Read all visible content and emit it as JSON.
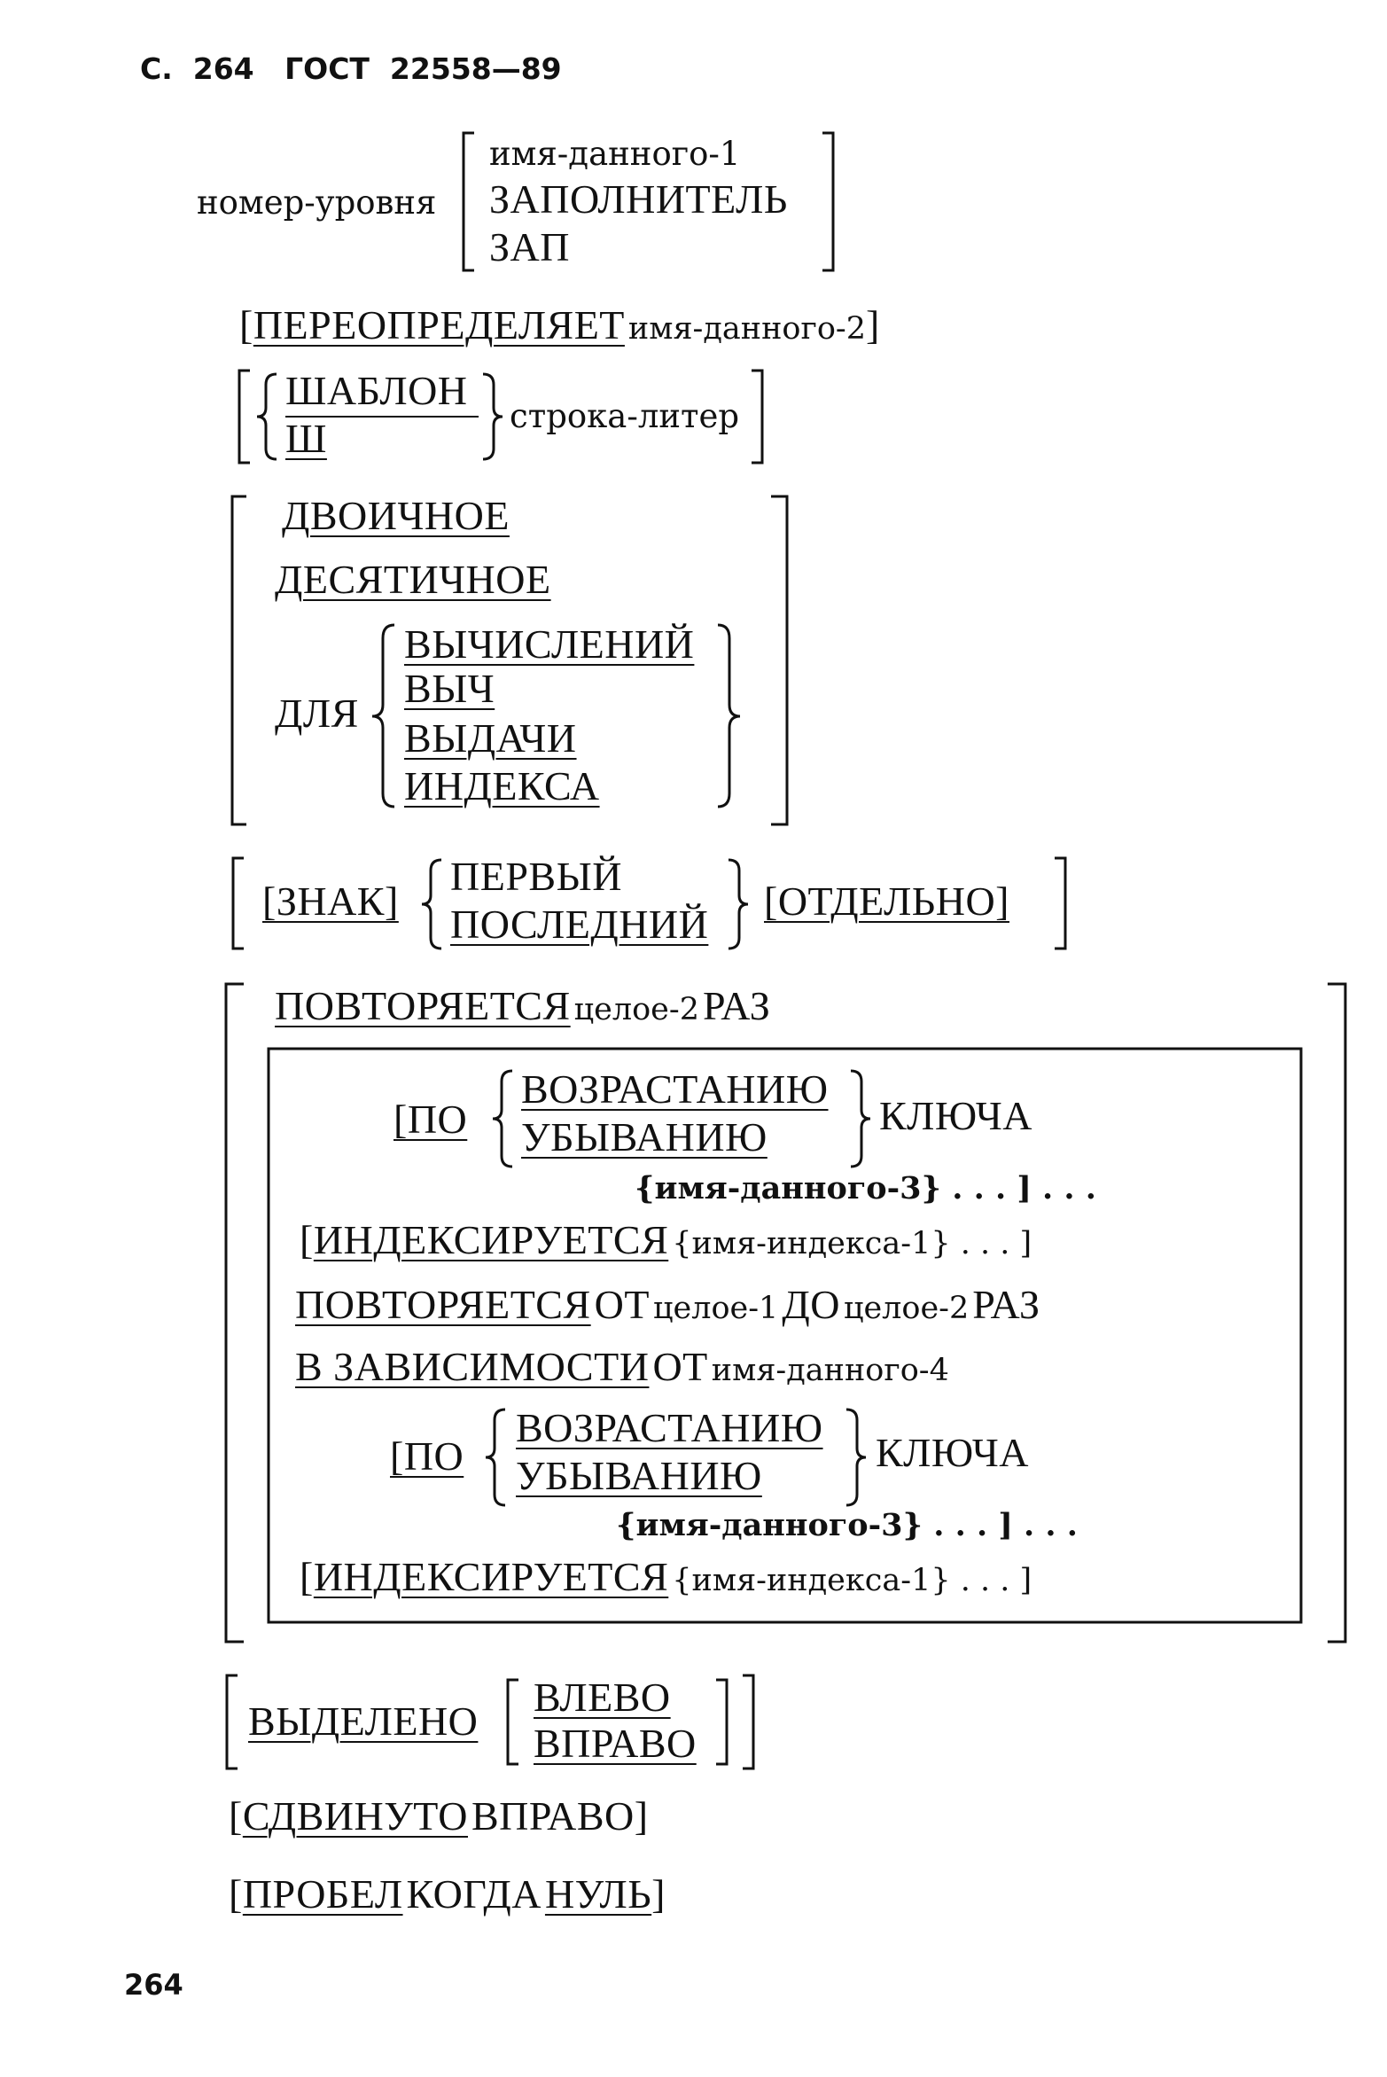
{
  "header": {
    "prefix": "С.",
    "page": "264",
    "standard": "ГОСТ",
    "number": "22558—89"
  },
  "level_clause": {
    "label": "номер-уровня",
    "alt_name": "имя-данного-1",
    "alt_filler": "ЗАПОЛНИТЕЛЬ",
    "alt_filler_short": "ЗАП"
  },
  "redefines": {
    "open": "[",
    "keyword": "ПЕРЕОПРЕДЕЛЯЕТ",
    "operand": "имя-данного-2",
    "close": "]"
  },
  "picture": {
    "long": "ШАБЛОН",
    "short": "Ш",
    "operand": "строка-литер"
  },
  "usage": {
    "binary": "ДВОИЧНОЕ",
    "decimal": "ДЕСЯТИЧНОЕ",
    "for": "ДЛЯ",
    "computational": "ВЫЧИСЛЕНИЙ",
    "comp_short": "ВЫЧ",
    "display": "ВЫДАЧИ",
    "index": "ИНДЕКСА"
  },
  "sign": {
    "keyword": "[ЗНАК]",
    "leading": "ПЕРВЫЙ",
    "trailing": "ПОСЛЕДНИЙ",
    "separate": "[ОТДЕЛЬНО]"
  },
  "occurs": {
    "form1": {
      "keyword": "ПОВТОРЯЕТСЯ",
      "operand": "целое-2",
      "times": "РАЗ"
    },
    "key1": {
      "open": "[ПО",
      "asc": "ВОЗРАСТАНИЮ",
      "desc": "УБЫВАНИЮ",
      "key": "КЛЮЧА",
      "names": "{имя-данного-3} . . . ] . . ."
    },
    "indexed1": {
      "open": "[",
      "keyword": "ИНДЕКСИРУЕТСЯ",
      "operand": "{имя-индекса-1} . . . ]"
    },
    "form2": {
      "keyword": "ПОВТОРЯЕТСЯ",
      "from": "ОТ",
      "int1": "целое-1",
      "to": "ДО",
      "int2": "целое-2",
      "times": "РАЗ"
    },
    "depending": {
      "keyword": "В ЗАВИСИМОСТИ",
      "on": "ОТ",
      "operand": "имя-данного-4"
    },
    "key2": {
      "open": "[ПО",
      "asc": "ВОЗРАСТАНИЮ",
      "desc": "УБЫВАНИЮ",
      "key": "КЛЮЧА",
      "names": "{имя-данного-3} . . . ] . . ."
    },
    "indexed2": {
      "open": "[",
      "keyword": "ИНДЕКСИРУЕТСЯ",
      "operand": "{имя-индекса-1} . . . ]"
    }
  },
  "justified": {
    "keyword": "ВЫДЕЛЕНО",
    "left": "ВЛЕВО",
    "right": "ВПРАВО"
  },
  "sync": {
    "open": "[",
    "keyword": "СДВИНУТО",
    "right": "ВПРАВО",
    "close": "]"
  },
  "blank": {
    "open": "[",
    "keyword": "ПРОБЕЛ",
    "when": "КОГДА",
    "zero": "НУЛЬ",
    "close": "]"
  },
  "footer": {
    "page": "264"
  }
}
